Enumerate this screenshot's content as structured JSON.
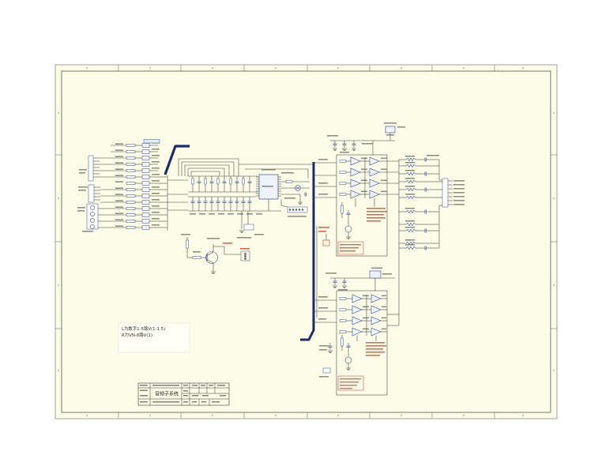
{
  "notes": {
    "line1": "L为数字1-5路V(1-1.5)",
    "line2": "R为VN-8路V(1)"
  },
  "title_block": {
    "drawing_name": "音频子系统"
  },
  "colors": {
    "page": "#ffffff",
    "sheet": "#fdfde7",
    "wire": "#3a3a3a",
    "part": "#2f4a9a",
    "amp_fill": "#eef3ff",
    "bus": "#1d2a6e",
    "note_red": "#d42a2a",
    "label_mark": "#6b6b6b"
  }
}
